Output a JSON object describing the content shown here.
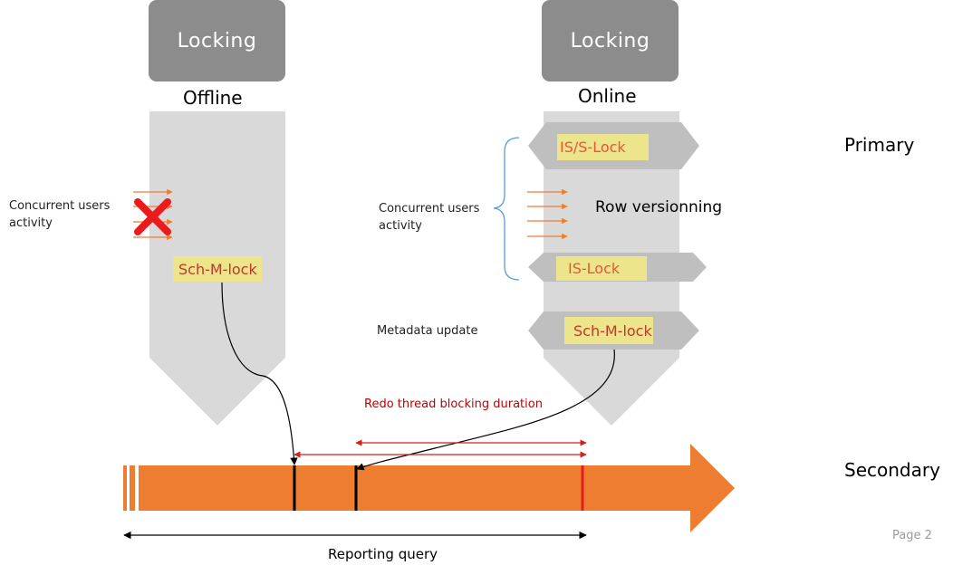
{
  "offline": {
    "header": "Locking",
    "mode": "Offline",
    "activity_label": "Concurrent users activity",
    "lock_label": "Sch-M-lock"
  },
  "online": {
    "header": "Locking",
    "mode": "Online",
    "lock_top": "IS/S-Lock",
    "row_versioning": "Row versionning",
    "activity_label": "Concurrent users activity",
    "lock_mid": "IS-Lock",
    "metadata_label": "Metadata update",
    "lock_bottom": "Sch-M-lock"
  },
  "replicas": {
    "primary": "Primary",
    "secondary": "Secondary"
  },
  "timeline": {
    "blocking_label": "Redo thread blocking duration",
    "query_label": "Reporting query"
  },
  "footer": {
    "page": "Page 2"
  },
  "colors": {
    "header_box": "#8c8c8c",
    "column": "#d9d9d9",
    "band": "#bfbfbf",
    "timeline": "#ed7d31",
    "chip": "#ece58c",
    "blocking": "#c00000"
  }
}
